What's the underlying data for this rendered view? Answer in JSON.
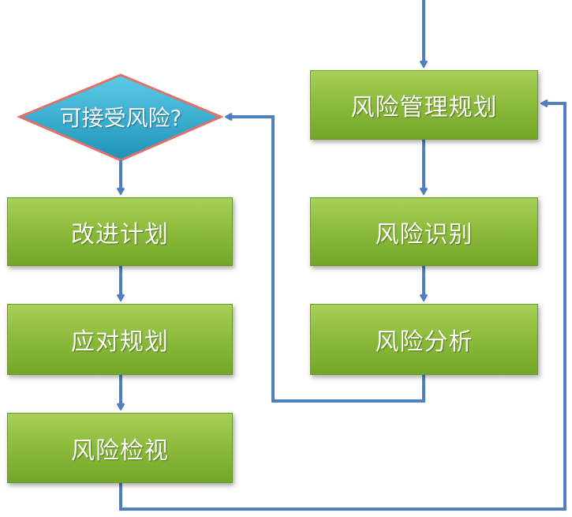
{
  "nodes": {
    "decision": "可接受风险?",
    "improve": "改进计划",
    "response": "应对规划",
    "review": "风险检视",
    "mgmt_plan": "风险管理规划",
    "identify": "风险识别",
    "analyze": "风险分析"
  },
  "colors": {
    "box_green": "#8ebd3c",
    "diamond_blue": "#2aa8cc",
    "diamond_border": "#e0706a",
    "arrow_blue": "#4f7fc0"
  }
}
